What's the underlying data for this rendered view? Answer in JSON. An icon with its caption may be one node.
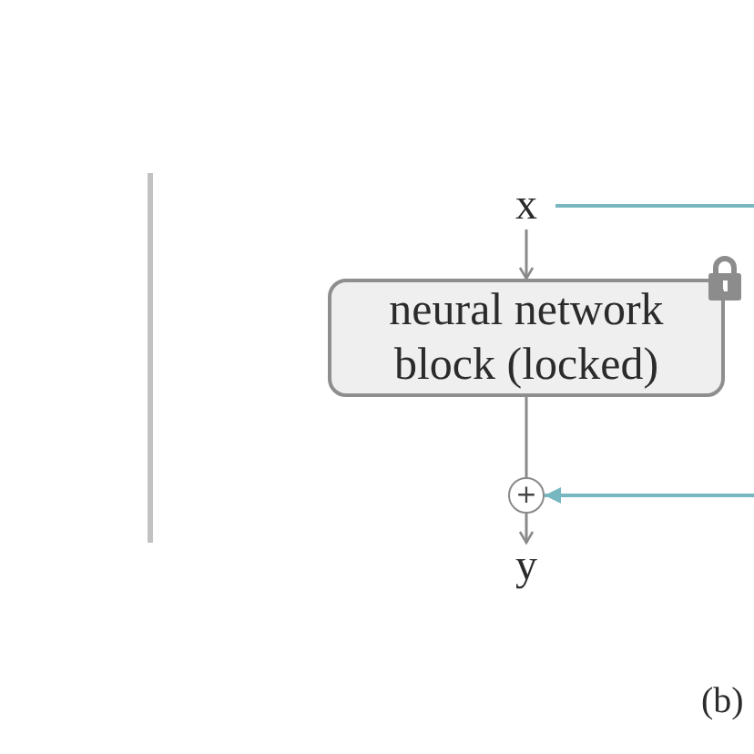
{
  "diagram": {
    "nodes": [
      {
        "text": [
          "x"
        ]
      },
      {
        "text": [
          "neural network block (locked)"
        ]
      },
      {
        "text": [
          "+"
        ]
      },
      {
        "text": [
          "y"
        ]
      }
    ],
    "edges": [
      {
        "from": 0,
        "to": 1,
        "arrow": "to"
      },
      {
        "from": 1,
        "to": 2,
        "arrow": "none"
      },
      {
        "from": 2,
        "to": 3,
        "arrow": "to"
      },
      {
        "from": 0,
        "to": null,
        "arrow": "none",
        "color": "#76b7c0"
      },
      {
        "from": null,
        "to": 2,
        "arrow": "to",
        "color": "#76b7c0"
      }
    ],
    "labels": [
      "(b)"
    ]
  }
}
